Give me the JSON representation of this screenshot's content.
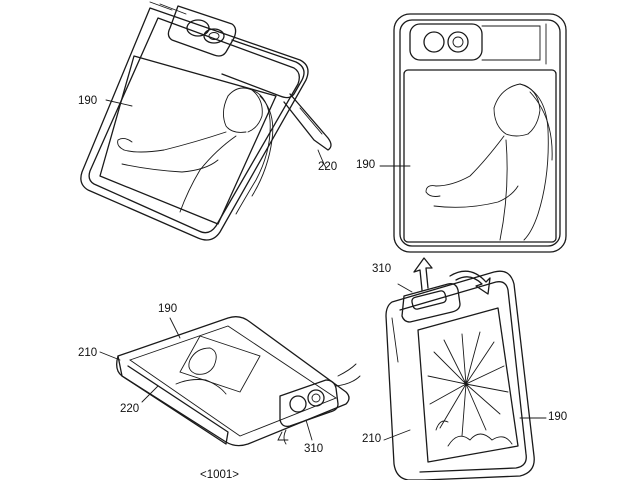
{
  "labels": {
    "fig1_display": "190",
    "fig1_stand": "220",
    "fig2_display": "190",
    "fig3_display": "190",
    "fig3_frame": "210",
    "fig3_hinge": "220",
    "fig3_camera": "310",
    "fig4_camera": "310",
    "fig4_display": "190",
    "fig4_frame": "210",
    "figure_ref": "<1001>"
  }
}
